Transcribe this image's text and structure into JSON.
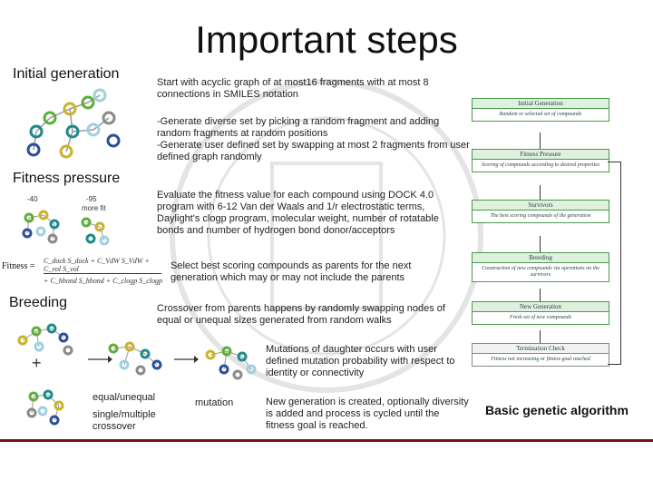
{
  "title": "Important steps",
  "sections": {
    "initial_generation": "Initial generation",
    "fitness_pressure": "Fitness pressure",
    "breeding": "Breeding"
  },
  "texts": {
    "start": "Start with acyclic graph of at most16 fragments with at most 8 connections in SMILES notation",
    "generate": "-Generate diverse set by picking a random fragment and adding random fragments at random positions\n-Generate user defined set by swapping at most 2 fragments from user defined graph randomly",
    "evaluate": "Evaluate the fitness value for each compound using DOCK 4.0 program with 6-12 Van der Waals and 1/r electrostatic terms, Daylight's clogp program, molecular weight, number of rotatable bonds and number of hydrogen bond donor/acceptors",
    "select": "Select best scoring compounds as parents for the next generation which may or may not include the parents",
    "crossover": "Crossover from parents happens by randomly swapping nodes of equal or unequal sizes generated from random walks",
    "mutations": "Mutations of daughter occurs with user defined mutation probability with respect to identity or connectivity",
    "new_generation": "New generation is created, optionally diversity is added and process is cycled until the fitness goal is reached."
  },
  "captions": {
    "equal_unequal": "equal/unequal",
    "single_multiple": "single/multiple",
    "crossover": "crossover",
    "mutation": "mutation",
    "fit_a": "-40",
    "fit_b": "-95",
    "more_fit": "more fit",
    "plus": "+",
    "fitness_formula_lhs": "Fitness =",
    "fitness_formula_rhs_1": "C_dock S_dock + C_VdW S_VdW + C_vol S_vol",
    "fitness_formula_rhs_2": "+ C_hbond S_hbond + C_clogp S_clogp"
  },
  "flowchart": {
    "boxes": [
      {
        "head": "Initial Generation",
        "body": "Random or selected set of compounds"
      },
      {
        "head": "Fitness Pressure",
        "body": "Scoring of compounds according to desired properties"
      },
      {
        "head": "Survivors",
        "body": "The best scoring compounds of the generation"
      },
      {
        "head": "Breeding",
        "body": "Construction of new compounds via operations on the survivors"
      },
      {
        "head": "New Generation",
        "body": "Fresh set of new compounds"
      },
      {
        "head": "Termination Check",
        "body": "Fitness not increasing or fitness goal reached"
      }
    ],
    "caption": "Basic genetic algorithm"
  },
  "colors": {
    "accent_rule": "#7a0f12",
    "node_yellow": "#c8b42a",
    "node_teal": "#1f8a8a",
    "node_green": "#5fae3a",
    "node_blue": "#2b4f9a",
    "node_gray": "#8a8a8a",
    "node_light": "#9fd0e0"
  }
}
